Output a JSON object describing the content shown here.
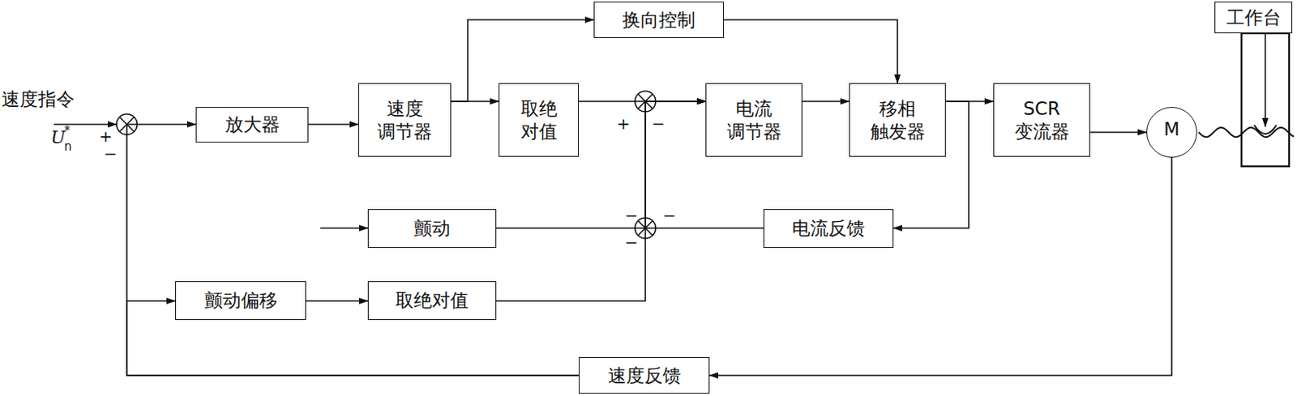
{
  "diagram": {
    "nodes": [
      {
        "text": [
          "放大器"
        ]
      },
      {
        "text": [
          "速度 调节器"
        ]
      },
      {
        "text": [
          "取绝 对值"
        ]
      },
      {
        "text": [
          "换向控制"
        ]
      },
      {
        "text": [
          "电流 调节器"
        ]
      },
      {
        "text": [
          "移相 触发器"
        ]
      },
      {
        "text": [
          "SCR 变流器"
        ]
      },
      {
        "text": [
          "M"
        ]
      },
      {
        "text": [
          "工作台"
        ]
      },
      {
        "text": [
          "颤动"
        ]
      },
      {
        "text": [
          "电流反馈"
        ]
      },
      {
        "text": [
          "颤动偏移"
        ]
      },
      {
        "text": [
          "取绝对值"
        ]
      },
      {
        "text": [
          "速度反馈"
        ]
      }
    ],
    "edges": [
      {
        "from": 0,
        "to": 1,
        "arrow": "to"
      },
      {
        "from": 1,
        "to": 2,
        "arrow": "to"
      },
      {
        "from": 1,
        "to": 3,
        "arrow": "to"
      },
      {
        "from": 3,
        "to": 5,
        "arrow": "to"
      },
      {
        "from": 2,
        "to": 4,
        "arrow": "to"
      },
      {
        "from": 4,
        "to": 5,
        "arrow": "to"
      },
      {
        "from": 5,
        "to": 6,
        "arrow": "to"
      },
      {
        "from": 6,
        "to": 7,
        "arrow": "to"
      },
      {
        "from": 5,
        "to": 10,
        "arrow": "to"
      },
      {
        "from": 10,
        "to": 4,
        "arrow": "to"
      },
      {
        "from": 9,
        "to": 4,
        "arrow": "to"
      },
      {
        "from": 12,
        "to": 4,
        "arrow": "to"
      },
      {
        "from": 11,
        "to": 12,
        "arrow": "to"
      },
      {
        "from": 7,
        "to": 13,
        "arrow": "to"
      },
      {
        "from": 13,
        "to": 0,
        "arrow": "to"
      },
      {
        "from": 13,
        "to": 11,
        "arrow": "to"
      }
    ],
    "labels": [
      "速度指令",
      "U",
      "*",
      "n",
      "+",
      "−",
      "+",
      "−",
      "−",
      "−",
      "−"
    ]
  }
}
